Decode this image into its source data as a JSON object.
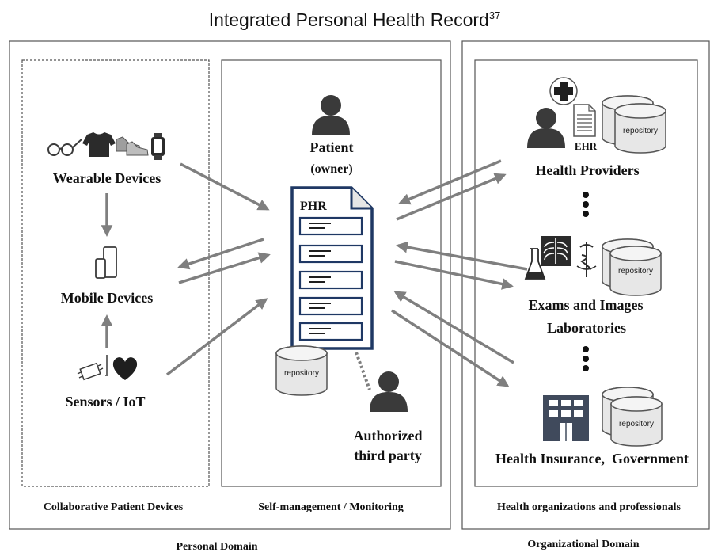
{
  "title": {
    "text": "Integrated Personal Health Record",
    "superscript": "37"
  },
  "domains": {
    "personal": "Personal Domain",
    "organizational": "Organizational Domain"
  },
  "panels": {
    "collaborative": "Collaborative Patient Devices",
    "self_management": "Self-management / Monitoring",
    "organizations": "Health organizations and professionals"
  },
  "nodes": {
    "wearable": "Wearable Devices",
    "mobile": "Mobile Devices",
    "sensors": "Sensors / IoT",
    "patient": "Patient",
    "owner": "(owner)",
    "phr": "PHR",
    "third_party_line1": "Authorized",
    "third_party_line2": "third party",
    "health_providers": "Health Providers",
    "ehr": "EHR",
    "exams_line1": "Exams and Images",
    "exams_line2": "Laboratories",
    "insurance": "Health Insurance,  Government"
  },
  "repository_label": "repository",
  "colors": {
    "arrow": "#7f7f7f",
    "icon": "#3a3a3a",
    "phr_border": "#1f3864",
    "building": "#404a5c"
  }
}
